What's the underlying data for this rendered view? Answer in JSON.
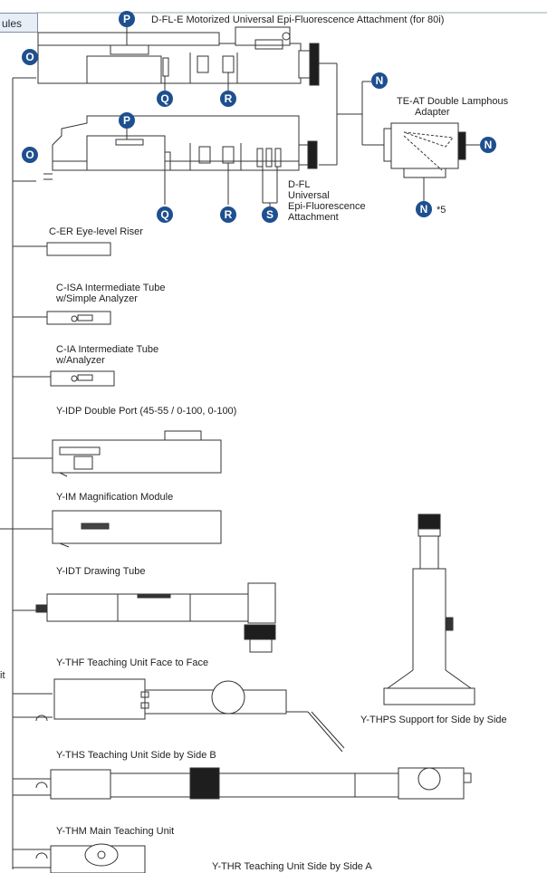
{
  "section_tab": "ules",
  "callouts": {
    "N": "N",
    "O": "O",
    "P": "P",
    "Q": "Q",
    "R": "R",
    "S": "S"
  },
  "footnote_mark": "*5",
  "labels": {
    "dfle": "D-FL-E Motorized Universal Epi-Fluorescence Attachment (for 80i)",
    "teat_1": "TE-AT Double Lamphous",
    "teat_2": "Adapter",
    "dfl_1": "D-FL",
    "dfl_2": "Universal",
    "dfl_3": "Epi-Fluorescence",
    "dfl_4": "Attachment",
    "cer": "C-ER Eye-level Riser",
    "cisa_1": "C-ISA Intermediate Tube",
    "cisa_2": "w/Simple Analyzer",
    "cia_1": "C-IA Intermediate Tube",
    "cia_2": "w/Analyzer",
    "yidp": "Y-IDP Double Port  (45-55 / 0-100, 0-100)",
    "yim": "Y-IM Magnification Module",
    "yidt": "Y-IDT Drawing Tube",
    "ythf": "Y-THF Teaching Unit Face to Face",
    "ythps": "Y-THPS Support for Side by Side",
    "yths": "Y-THS Teaching Unit Side by Side B",
    "ythm": "Y-THM Main Teaching Unit",
    "ythr": "Y-THR Teaching Unit Side by Side A",
    "cut_left": "it"
  }
}
